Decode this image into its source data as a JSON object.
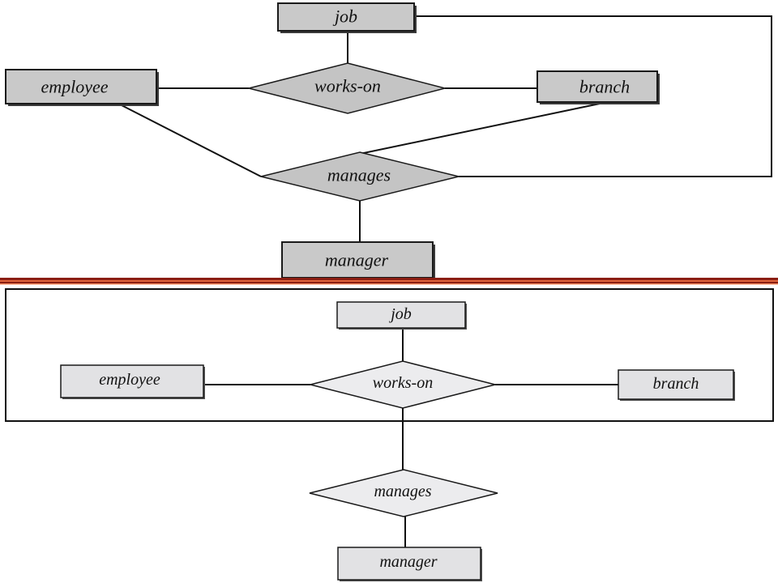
{
  "top_diagram": {
    "entities": {
      "job": "job",
      "employee": "employee",
      "branch": "branch",
      "manager": "manager"
    },
    "relationships": {
      "works_on": "works-on",
      "manages": "manages"
    }
  },
  "bottom_diagram": {
    "entities": {
      "job": "job",
      "employee": "employee",
      "branch": "branch",
      "manager": "manager"
    },
    "relationships": {
      "works_on": "works-on",
      "manages": "manages"
    }
  },
  "colors": {
    "separator_dark": "#8b1e12",
    "separator_light": "#e0643c",
    "entity_fill_top": "#c9c9c9",
    "entity_fill_bottom": "#e2e2e4"
  }
}
